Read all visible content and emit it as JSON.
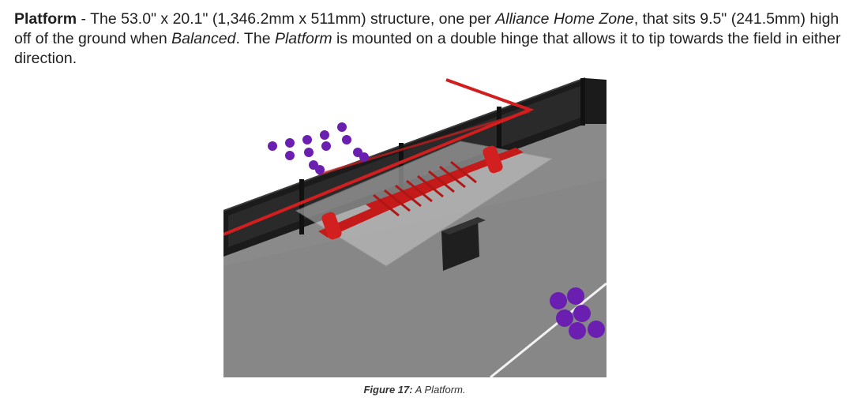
{
  "definition": {
    "term": "Platform",
    "sep": " - ",
    "t1": "The 53.0\" x 20.1\" (1,346.2mm x 511mm) structure, one per ",
    "em1": "Alliance Home Zone",
    "t2": ", that sits 9.5\" (241.5mm) high off of the ground when ",
    "em2": "Balanced",
    "t3": ".  The ",
    "em3": "Platform",
    "t4": " is mounted on a double hinge that allows it to tip towards the field in either direction."
  },
  "figure": {
    "caption_label": "Figure 17:",
    "caption_text": " A Platform.",
    "colors": {
      "floor": "#8a8a8a",
      "wall": "#1a1a1a",
      "line_red": "#d21e1e",
      "ring_purple": "#6a1fb0",
      "platform_glass": "#c9c9c9"
    }
  }
}
